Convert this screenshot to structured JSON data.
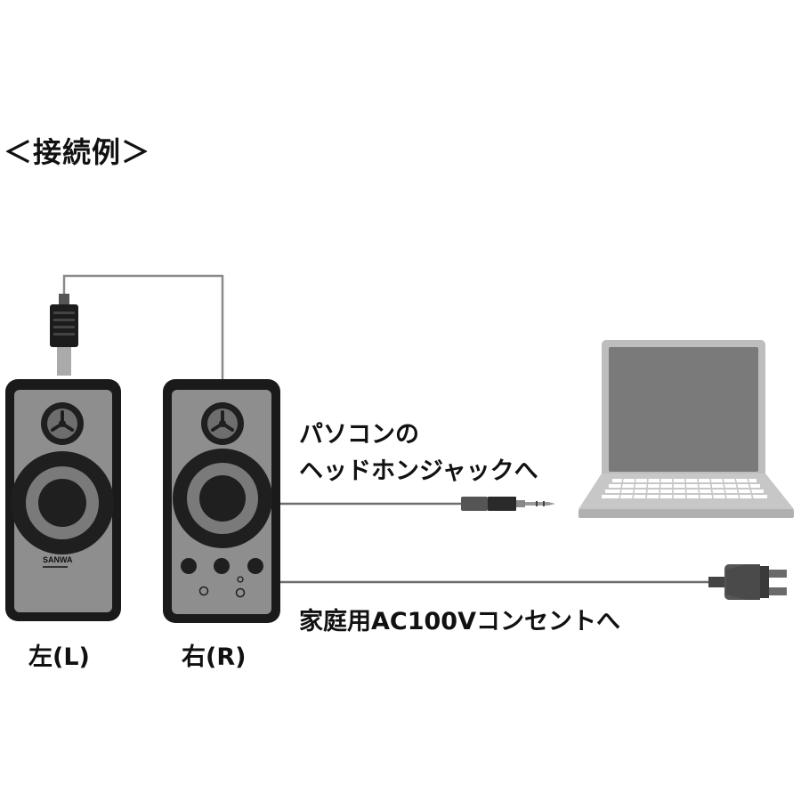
{
  "heading": "＜接続例＞",
  "labels": {
    "pc_line1": "パソコンの",
    "pc_line2": "ヘッドホンジャックへ",
    "ac_outlet": "家庭用AC100Vコンセントへ",
    "left_speaker": "左(L)",
    "right_speaker": "右(R)"
  },
  "brand_logo": "SANWA",
  "colors": {
    "speaker_body": "#1a1a1a",
    "speaker_panel": "#8e8e8e",
    "laptop_body": "#bdbdbd",
    "laptop_screen": "#7a7a7a",
    "cable": "#6e6e6e"
  }
}
